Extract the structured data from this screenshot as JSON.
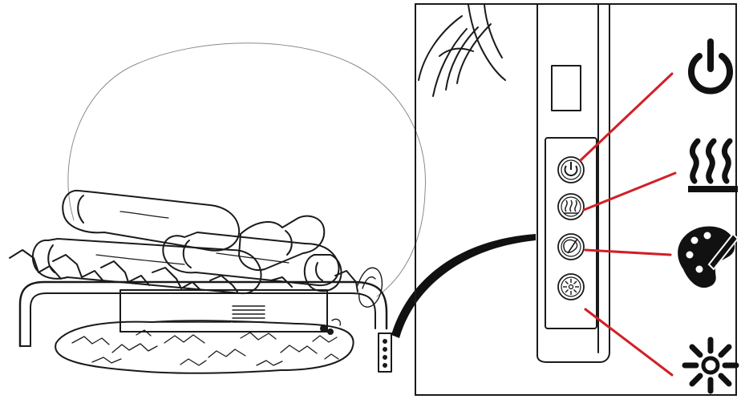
{
  "diagram": {
    "left_panel": {
      "subject": "electric-fireplace-insert",
      "components": [
        "flame-glow",
        "logs",
        "log-grate",
        "heater-unit",
        "ember-bed",
        "control-strip"
      ]
    },
    "right_panel": {
      "subject": "control-panel-closeup",
      "buttons": [
        {
          "id": "power",
          "icon": "power-icon"
        },
        {
          "id": "heat",
          "icon": "heat-icon"
        },
        {
          "id": "color",
          "icon": "palette-icon"
        },
        {
          "id": "brightness",
          "icon": "brightness-icon"
        }
      ]
    },
    "colors": {
      "line": "#1a1a1a",
      "callout": "#d21f26",
      "icon": "#111111",
      "background": "#ffffff"
    }
  }
}
